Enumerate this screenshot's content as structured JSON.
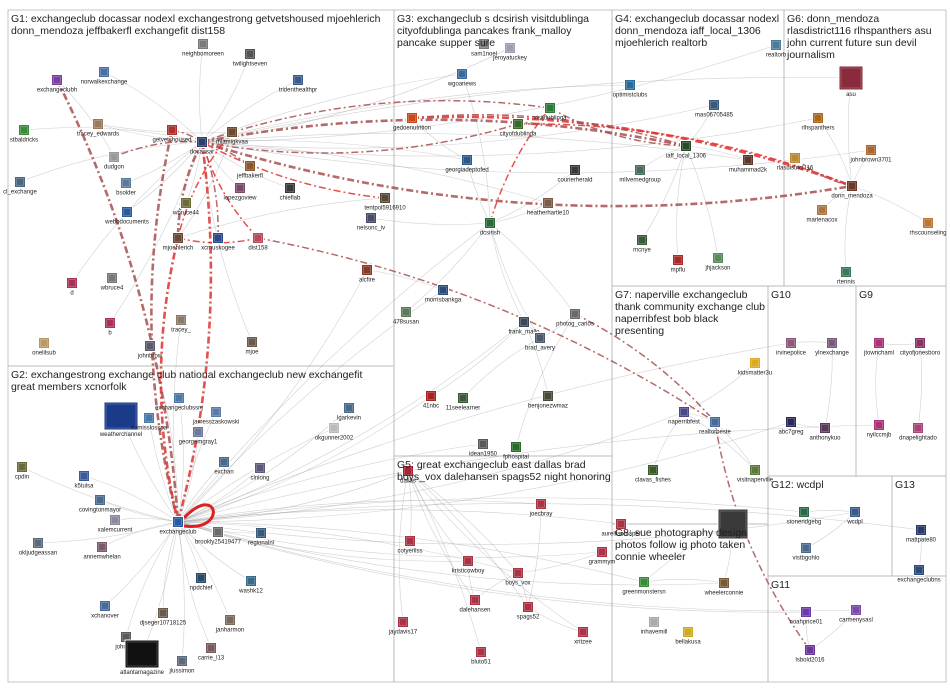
{
  "groups": [
    {
      "id": "G1",
      "label": "G1: exchangeclub docassar nodexl exchangestrong getvetshoused mjoehlerich donn_mendoza jeffbakerfl exchangefit dist158"
    },
    {
      "id": "G2",
      "label": "G2: exchangestrong exchange club national exchangeclub new exchangefit great members xcnorfolk"
    },
    {
      "id": "G3",
      "label": "G3: exchangeclub s dcsirish visitdublinga cityofdublinga pancakes frank_malloy pancake supper sure"
    },
    {
      "id": "G4",
      "label": "G4: exchangeclub docassar nodexl donn_mendoza iaff_local_1306 mjoehlerich realtorb"
    },
    {
      "id": "G5",
      "label": "G5: great exchangeclub east dallas brad boys_vox dalehansen spags52 night honoring"
    },
    {
      "id": "G6",
      "label": "G6: donn_mendoza rlasdistrict116 rlhspanthers asu john current future sun devil journalism"
    },
    {
      "id": "G7",
      "label": "G7: naperville exchangeclub thank community exchange club naperribfest bob black presenting"
    },
    {
      "id": "G8",
      "label": "G8: sue photography design photos follow ig photo taken connie wheeler"
    },
    {
      "id": "G9",
      "label": "G9"
    },
    {
      "id": "G10",
      "label": "G10"
    },
    {
      "id": "G11",
      "label": "G11"
    },
    {
      "id": "G12",
      "label": "G12: wcdpl"
    },
    {
      "id": "G13",
      "label": "G13"
    }
  ],
  "nodes": [
    {
      "id": "exchangeclubh",
      "label": "exchangeclubh",
      "color": "#7b3f9e"
    },
    {
      "id": "norwalkexchange",
      "label": "norwalkexchange",
      "color": "#4a6fa5"
    },
    {
      "id": "neighbomoreen",
      "label": "neighbomoreen",
      "color": "#7a7a7a"
    },
    {
      "id": "twilightseven",
      "label": "twilightseven",
      "color": "#555555"
    },
    {
      "id": "tridenthealthpr",
      "label": "tridenthealthpr",
      "color": "#3b5b8c"
    },
    {
      "id": "stbaldricks",
      "label": "stbaldricks",
      "color": "#3a8a3a"
    },
    {
      "id": "tracey_edwards",
      "label": "tracey_edwards",
      "color": "#9a7a5a"
    },
    {
      "id": "getvetshoused",
      "label": "getvetshoused",
      "color": "#b03030"
    },
    {
      "id": "mlamigkvaa",
      "label": "mlamigkvaa",
      "color": "#6b4a2e"
    },
    {
      "id": "docassar",
      "label": "docassar",
      "color": "#2d3f6b"
    },
    {
      "id": "jeffbakerfl",
      "label": "jeffbakerfl",
      "color": "#8a5a2e"
    },
    {
      "id": "dudgon",
      "label": "dudgon",
      "color": "#999999"
    },
    {
      "id": "cl_exchange",
      "label": "cl_exchange",
      "color": "#4d6680"
    },
    {
      "id": "bsolder",
      "label": "bsolder",
      "color": "#5a7a9a"
    },
    {
      "id": "lopezgoview",
      "label": "lopezgoview",
      "color": "#7a4a6a"
    },
    {
      "id": "wbruce44",
      "label": "wbruce44",
      "color": "#6a6a3a"
    },
    {
      "id": "chieflab",
      "label": "chieflab",
      "color": "#3a3a3a"
    },
    {
      "id": "webbdocuments",
      "label": "webbdocuments",
      "color": "#2a5a9a"
    },
    {
      "id": "mjoehlerich",
      "label": "mjoehlerich",
      "color": "#6a4a3a"
    },
    {
      "id": "xcmuskogee",
      "label": "xcmuskogee",
      "color": "#2a4a8a"
    },
    {
      "id": "dist158",
      "label": "dist158",
      "color": "#b84a5a"
    },
    {
      "id": "d",
      "label": "d",
      "color": "#aa3355"
    },
    {
      "id": "wbruce4",
      "label": "wbruce4",
      "color": "#777777"
    },
    {
      "id": "b",
      "label": "b",
      "color": "#aa3355"
    },
    {
      "id": "tracey_",
      "label": "tracey_",
      "color": "#8a7a6a"
    },
    {
      "id": "mjoe",
      "label": "mjoe",
      "color": "#6a5a4a"
    },
    {
      "id": "johnbrow",
      "label": "johnbrow",
      "color": "#5a5a6a"
    },
    {
      "id": "onelilsub",
      "label": "onelilsub",
      "color": "#bb9966"
    },
    {
      "id": "gedoenutrition",
      "label": "gedoenutrition",
      "color": "#c84a1a"
    },
    {
      "id": "wgoanews",
      "label": "wgoanews",
      "color": "#3a6a9a"
    },
    {
      "id": "jeroyatuckey",
      "label": "jeroyatuckey",
      "color": "#9aa0b0"
    },
    {
      "id": "sam1noel",
      "label": "sam1noel",
      "color": "#7a7a7a"
    },
    {
      "id": "visitdublinga",
      "label": "visitdublinga",
      "color": "#2a7a3a"
    },
    {
      "id": "cityofdublinga",
      "label": "cityofdublinga",
      "color": "#3a6a2a"
    },
    {
      "id": "georgiadeptofed",
      "label": "georgiadeptofed",
      "color": "#2a5a8a"
    },
    {
      "id": "courierherald",
      "label": "courierherald",
      "color": "#3a3a3a"
    },
    {
      "id": "tentpol",
      "label": "tentpol5916910",
      "color": "#5a4a3a"
    },
    {
      "id": "nelsonc_iv",
      "label": "nelsonc_iv",
      "color": "#4a4a6a"
    },
    {
      "id": "dcsirish",
      "label": "dcsirish",
      "color": "#2a6a3a"
    },
    {
      "id": "heatherhartle10",
      "label": "heatherhartle10",
      "color": "#7a5a4a"
    },
    {
      "id": "alcfire",
      "label": "alcfire",
      "color": "#8a3a2a"
    },
    {
      "id": "morrisbankga",
      "label": "morrisbankga",
      "color": "#2a4a7a"
    },
    {
      "id": "478susan",
      "label": "478susan",
      "color": "#5a7a5a"
    },
    {
      "id": "frank_mallo",
      "label": "frank_mallo",
      "color": "#3a4a5a"
    },
    {
      "id": "photog_carlos",
      "label": "photog_carlos",
      "color": "#6a6a6a"
    },
    {
      "id": "brad_avery",
      "label": "brad_avery",
      "color": "#4a5a6a"
    },
    {
      "id": "optimistclubs",
      "label": "optimistclubs",
      "color": "#2a6a9a"
    },
    {
      "id": "mas0670",
      "label": "mas06705485",
      "color": "#3a5a7a"
    },
    {
      "id": "iaff_local_1306",
      "label": "iaff_local_1306",
      "color": "#2a4a2a"
    },
    {
      "id": "mllvernedgroup",
      "label": "mllvernedgroup",
      "color": "#4a6a5a"
    },
    {
      "id": "muhammad",
      "label": "muhammad2k",
      "color": "#5a3a2a"
    },
    {
      "id": "mcnye",
      "label": "mcnye",
      "color": "#3a5a3a"
    },
    {
      "id": "mpflu",
      "label": "mpflu",
      "color": "#aa2a2a"
    },
    {
      "id": "jhjackson",
      "label": "jhjackson",
      "color": "#5a8a5a"
    },
    {
      "id": "realtorb",
      "label": "realtorb",
      "color": "#4a7a9a"
    },
    {
      "id": "asu",
      "label": "asu",
      "color": "#8a2a3a"
    },
    {
      "id": "rlhspanthers",
      "label": "rlhspanthers",
      "color": "#aa6a1a"
    },
    {
      "id": "johnbrown",
      "label": "johnbrown3701",
      "color": "#aa6633"
    },
    {
      "id": "rlasdistrict116",
      "label": "rlasdistrict116",
      "color": "#bb8833"
    },
    {
      "id": "donn_mendoza",
      "label": "donn_mendoza",
      "color": "#6a3a2a"
    },
    {
      "id": "marlenacox",
      "label": "marlenacox",
      "color": "#aa7744"
    },
    {
      "id": "rhscounseling",
      "label": "rhscounseling",
      "color": "#bb7733"
    },
    {
      "id": "rtennis",
      "label": "rtennis",
      "color": "#3a7a5a"
    },
    {
      "id": "exchangeclub",
      "label": "exchangeclub",
      "color": "#2a5aa0"
    },
    {
      "id": "weatherchannel",
      "label": "weatherchannel",
      "color": "#1a3a8a"
    },
    {
      "id": "exchangeclubssnj",
      "label": "exchangeclubssnj",
      "color": "#4a7aaa"
    },
    {
      "id": "weather2",
      "label": "ezmisslosspa",
      "color": "#4a7aaa"
    },
    {
      "id": "jamesszaskowski",
      "label": "jamesszaskowski",
      "color": "#5a7aaa"
    },
    {
      "id": "georgemgray1",
      "label": "georgemgray1",
      "color": "#6a7a9a"
    },
    {
      "id": "exchan",
      "label": "exchan",
      "color": "#4a6a8a"
    },
    {
      "id": "clnlong",
      "label": "clnlong",
      "color": "#5a5a7a"
    },
    {
      "id": "cpdin",
      "label": "cpdin",
      "color": "#6a6a3a"
    },
    {
      "id": "k5tulsa",
      "label": "k5tulsa",
      "color": "#3a5a9a"
    },
    {
      "id": "covingtonmayor",
      "label": "covingtonmayor",
      "color": "#4a6a8a"
    },
    {
      "id": "xalemcurrent",
      "label": "xalemcurrent",
      "color": "#8a8a9a"
    },
    {
      "id": "oklgeassan",
      "label": "okljudgeassan",
      "color": "#5a6a7a"
    },
    {
      "id": "annemwhelan",
      "label": "annemwhelan",
      "color": "#7a5a6a"
    },
    {
      "id": "brooky",
      "label": "brookly25419477",
      "color": "#6a6a6a"
    },
    {
      "id": "regionalnl",
      "label": "regionalnl",
      "color": "#3a5a7a"
    },
    {
      "id": "npdchief",
      "label": "npdchief",
      "color": "#2a4a6a"
    },
    {
      "id": "washk12",
      "label": "washk12",
      "color": "#3a6a8a"
    },
    {
      "id": "xchanover",
      "label": "xchanover",
      "color": "#4a6a9a"
    },
    {
      "id": "djseger",
      "label": "djseger10718125",
      "color": "#6a5a4a"
    },
    {
      "id": "janharmon",
      "label": "janharmon",
      "color": "#7a6a5a"
    },
    {
      "id": "johnetta",
      "label": "johnetta",
      "color": "#5a5a5a"
    },
    {
      "id": "atl",
      "label": "atlantamagazine",
      "color": "#111111"
    },
    {
      "id": "carrie",
      "label": "carrie_l13",
      "color": "#7a5a5a"
    },
    {
      "id": "jlussimon",
      "label": "jlussimon",
      "color": "#5a6a7a"
    },
    {
      "id": "lgarkevin",
      "label": "lgarkevin",
      "color": "#4a6a8a"
    },
    {
      "id": "okgunner2002",
      "label": "okgunner2002",
      "color": "#bbbbbb"
    },
    {
      "id": "41nbc",
      "label": "41nbc",
      "color": "#aa2222"
    },
    {
      "id": "11seelearner",
      "label": "11seelearner",
      "color": "#3a5a3a"
    },
    {
      "id": "benjonezwmaz",
      "label": "benjonezwmaz",
      "color": "#4a4a3a"
    },
    {
      "id": "idean1950",
      "label": "idean1950",
      "color": "#5a5a5a"
    },
    {
      "id": "fphospital",
      "label": "fphospital",
      "color": "#2a6a2a"
    },
    {
      "id": "dallas",
      "label": "dallas",
      "color": "#aa2233"
    },
    {
      "id": "joecbray",
      "label": "joecbray",
      "color": "#aa3344"
    },
    {
      "id": "cotyerliss",
      "label": "cotyerliss",
      "color": "#aa3344"
    },
    {
      "id": "kristicowboy",
      "label": "kristicowboy",
      "color": "#aa3344"
    },
    {
      "id": "boys_vox",
      "label": "boys_vox",
      "color": "#aa3344"
    },
    {
      "id": "dalehansen",
      "label": "dalehansen",
      "color": "#aa3344"
    },
    {
      "id": "spags52",
      "label": "spags52",
      "color": "#aa3344"
    },
    {
      "id": "jaydavis17",
      "label": "jaydavis17",
      "color": "#aa3344"
    },
    {
      "id": "blutoS1",
      "label": "bluto51",
      "color": "#aa3344"
    },
    {
      "id": "xritzee",
      "label": "xritzee",
      "color": "#aa3344"
    },
    {
      "id": "grammym",
      "label": "grammym",
      "color": "#aa3344"
    },
    {
      "id": "aurellisomaper",
      "label": "aurellisomaper",
      "color": "#aa3344"
    },
    {
      "id": "kidsmattei",
      "label": "kidsmatter3u",
      "color": "#ddaa22"
    },
    {
      "id": "naperribfest",
      "label": "naperribfest",
      "color": "#4a4a8a"
    },
    {
      "id": "realtorbeste",
      "label": "realtorbeste",
      "color": "#4a6a9a"
    },
    {
      "id": "clavas_fishes",
      "label": "clavas_fishes",
      "color": "#3a5a2a"
    },
    {
      "id": "visitnaperville",
      "label": "visitnaperville",
      "color": "#5a7a3a"
    },
    {
      "id": "sue_photo",
      "label": "",
      "color": "#3a3a3a"
    },
    {
      "id": "greenmonstersn",
      "label": "greenmonstersn",
      "color": "#3a8a3a"
    },
    {
      "id": "wheelerconnie",
      "label": "wheelerconnie",
      "color": "#7a5a3a"
    },
    {
      "id": "inhavemill",
      "label": "inhavemill",
      "color": "#aaaaaa"
    },
    {
      "id": "bellakusa",
      "label": "bellakusa",
      "color": "#ccaa22"
    },
    {
      "id": "irvinepolice",
      "label": "irvinepolice",
      "color": "#8a5a7a"
    },
    {
      "id": "ylnexchange",
      "label": "ylnexchange",
      "color": "#7a5a7a"
    },
    {
      "id": "abc7greg",
      "label": "abc7greg",
      "color": "#2a2a5a"
    },
    {
      "id": "anthonykuo",
      "label": "anthonykuo",
      "color": "#5a3a5a"
    },
    {
      "id": "jtownchaml",
      "label": "jtownchaml",
      "color": "#aa3377"
    },
    {
      "id": "cityofjonesboro",
      "label": "cityofjonesboro",
      "color": "#883366"
    },
    {
      "id": "nyilccmjb",
      "label": "nyilccmjb",
      "color": "#aa3377"
    },
    {
      "id": "dnapelightado",
      "label": "dnapelightado",
      "color": "#aa4477"
    },
    {
      "id": "stoneridgebg",
      "label": "stoneridgebg",
      "color": "#2a6a4a"
    },
    {
      "id": "wcdpl",
      "label": "wcdpl",
      "color": "#3a5a8a"
    },
    {
      "id": "vistbgohlo",
      "label": "vistbgohlo",
      "color": "#4a6a8a"
    },
    {
      "id": "mattpate80",
      "label": "mattpate80",
      "color": "#2a3a6a"
    },
    {
      "id": "exchangeclubns",
      "label": "exchangeclubns",
      "color": "#2a4a7a"
    },
    {
      "id": "noahprice01",
      "label": "noahprice01",
      "color": "#6a3aaa"
    },
    {
      "id": "carmenysasl",
      "label": "carmenysasl",
      "color": "#7a4aaa"
    },
    {
      "id": "lsbold2016",
      "label": "lsbold2016",
      "color": "#6a3a9a"
    }
  ]
}
